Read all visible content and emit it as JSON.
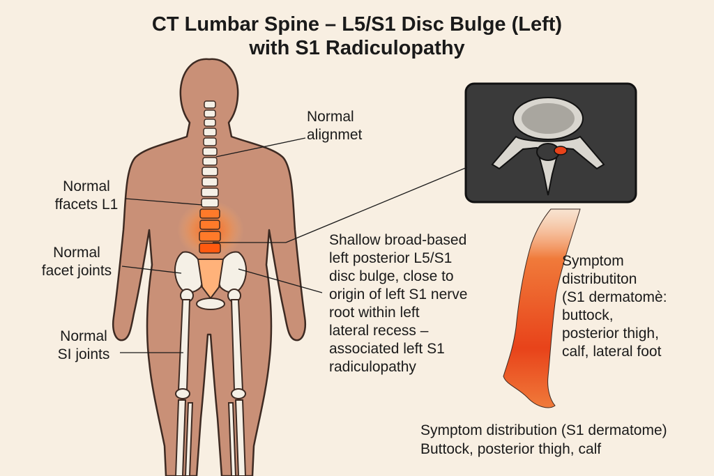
{
  "title": {
    "line1": "CT Lumbar Spine – L5/S1 Disc Bulge (Left)",
    "line2": "with S1 Radiculopathy"
  },
  "labels": {
    "alignment": [
      "Normal",
      "alignmet"
    ],
    "facets_l1": [
      "Normal",
      "ffacets L1"
    ],
    "facet_joints": [
      "Normal",
      "facet joints"
    ],
    "si_joints": [
      "Normal",
      "SI joints"
    ],
    "disc_bulge": [
      "Shallow broad-based",
      "left posterior L5/S1",
      "disc bulge, close to",
      "origin of left S1 nerve",
      "root within left",
      "lateral recess –",
      "associated left S1",
      "radiculopathy"
    ],
    "symptom_leg": [
      "Symptom",
      "distributiton",
      "(S1 dermatomè:",
      "buttock,",
      "posterior thigh,",
      "calf, lateral foot"
    ],
    "symptom_bottom": [
      "Symptom distribution (S1 dermatome)",
      "Buttock, posterior thigh, calf"
    ]
  },
  "colors": {
    "background": "#f8efe2",
    "skin": "#c99077",
    "bone": "#f5f0e6",
    "highlight": "#ff6a1a",
    "ct_panel": "#3a3a3a"
  }
}
